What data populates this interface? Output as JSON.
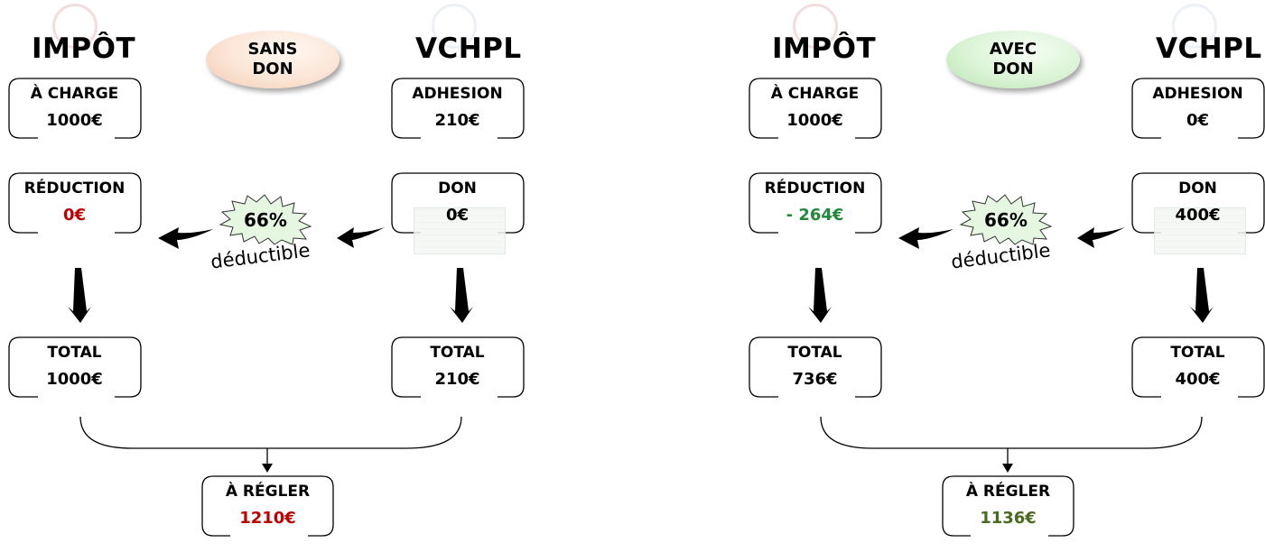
{
  "left": {
    "impot_header": "IMPÔT",
    "org_header": "VCHPL",
    "scenario": {
      "line1": "SANS",
      "line2": "DON"
    },
    "impot": {
      "charge": {
        "label": "À CHARGE",
        "value": "1000€"
      },
      "reduction": {
        "label": "RÉDUCTION",
        "value": "0€"
      },
      "total": {
        "label": "TOTAL",
        "value": "1000€"
      }
    },
    "org": {
      "adhesion": {
        "label": "ADHESION",
        "value": "210€"
      },
      "don": {
        "label": "DON",
        "value": "0€"
      },
      "total": {
        "label": "TOTAL",
        "value": "210€"
      }
    },
    "badge": {
      "percent": "66%",
      "text": "déductible"
    },
    "regler": {
      "label": "À RÉGLER",
      "value": "1210€"
    }
  },
  "right": {
    "impot_header": "IMPÔT",
    "org_header": "VCHPL",
    "scenario": {
      "line1": "AVEC",
      "line2": "DON"
    },
    "impot": {
      "charge": {
        "label": "À CHARGE",
        "value": "1000€"
      },
      "reduction": {
        "label": "RÉDUCTION",
        "value": "- 264€"
      },
      "total": {
        "label": "TOTAL",
        "value": "736€"
      }
    },
    "org": {
      "adhesion": {
        "label": "ADHESION",
        "value": "0€"
      },
      "don": {
        "label": "DON",
        "value": "400€"
      },
      "total": {
        "label": "TOTAL",
        "value": "400€"
      }
    },
    "badge": {
      "percent": "66%",
      "text": "déductible"
    },
    "regler": {
      "label": "À RÉGLER",
      "value": "1136€"
    }
  },
  "colors": {
    "sans_pill": "#fbe4d5",
    "avec_pill": "#daf3d5",
    "negative_red": "#c00000",
    "reduction_green": "#1f8a3a",
    "total_green": "#4a6b1f",
    "burst_fill": "#e6f7e1"
  }
}
